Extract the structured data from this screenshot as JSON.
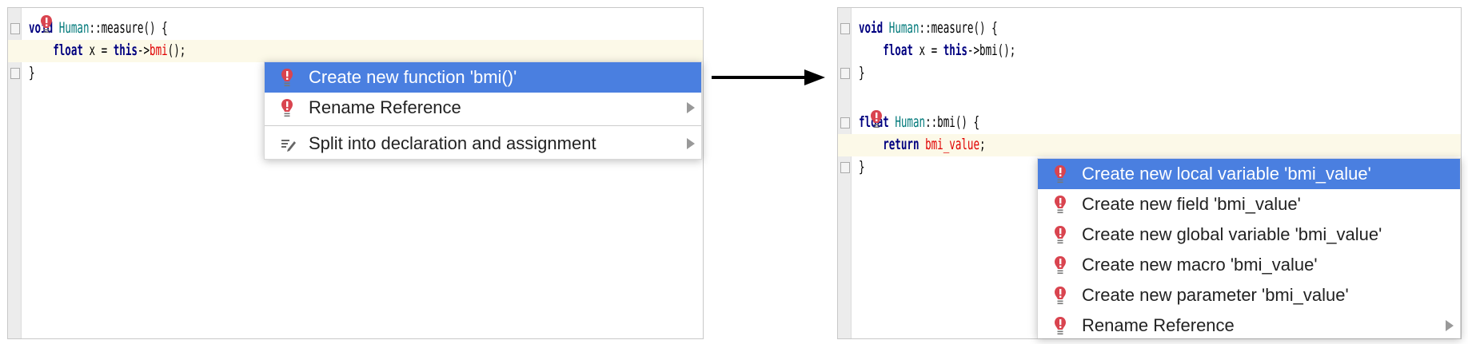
{
  "before": {
    "code": {
      "line1": {
        "kw": "void",
        "cls": "Human",
        "rest": "::measure() {"
      },
      "line2": {
        "indent": "    ",
        "kw1": "float",
        "mid": " x = ",
        "kw2": "this",
        "arrow": "->",
        "err": "bmi",
        "rest": "();"
      },
      "line3": "}"
    },
    "menu": {
      "items": [
        {
          "label": "Create new function 'bmi()'",
          "icon": "error-bulb-icon",
          "selected": true,
          "submenu": false
        },
        {
          "label": "Rename Reference",
          "icon": "error-bulb-icon",
          "selected": false,
          "submenu": true
        },
        {
          "label": "Split into declaration and assignment",
          "icon": "edit-intention-icon",
          "selected": false,
          "submenu": true
        }
      ]
    }
  },
  "arrow": "right-arrow-icon",
  "after": {
    "code": {
      "line1": {
        "kw": "void",
        "cls": "Human",
        "rest": "::measure() {"
      },
      "line2": {
        "indent": "    ",
        "kw1": "float",
        "mid": " x = ",
        "kw2": "this",
        "rest": "->bmi();"
      },
      "line3": "}",
      "line4": {
        "kw": "float",
        "cls": "Human",
        "rest": "::bmi() {"
      },
      "line5": {
        "indent": "    ",
        "kw": "return",
        "err": "bmi_value",
        "rest": ";"
      },
      "line6": "}"
    },
    "menu": {
      "items": [
        {
          "label": "Create new local variable 'bmi_value'",
          "selected": true
        },
        {
          "label": "Create new field 'bmi_value'"
        },
        {
          "label": "Create new global variable 'bmi_value'"
        },
        {
          "label": "Create new macro 'bmi_value'"
        },
        {
          "label": "Create new parameter 'bmi_value'"
        },
        {
          "label": "Rename Reference",
          "submenu": true
        }
      ]
    }
  },
  "colors": {
    "selection": "#4a7fe0",
    "keyword": "#000080",
    "class": "#00797a",
    "error": "#e00000",
    "line_highlight": "#fcf9e8",
    "bulb": "#d9444f"
  }
}
